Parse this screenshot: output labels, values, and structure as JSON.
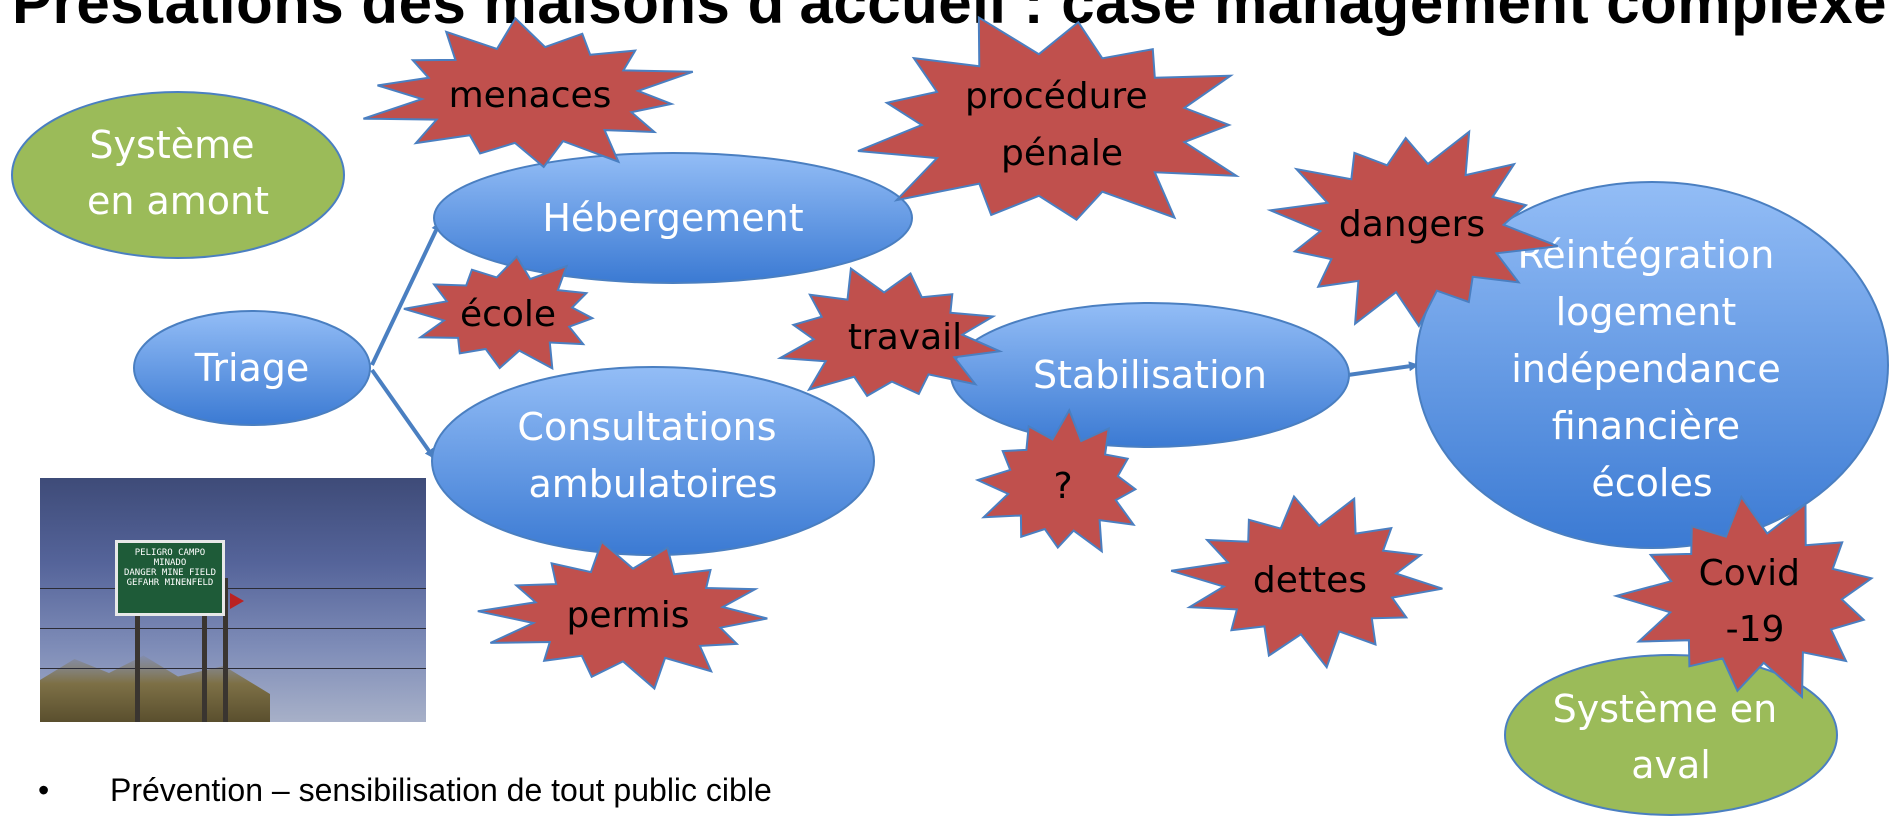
{
  "title": "Prestations des maisons d'accueil : case management complexe",
  "nodes": {
    "amont": [
      "Système",
      "en amont"
    ],
    "aval": [
      "Système en",
      "aval"
    ],
    "triage": "Triage",
    "hebergement": "Hébergement",
    "consultations": [
      "Consultations",
      "ambulatoires"
    ],
    "stabilisation": "Stabilisation",
    "reintegration": [
      "Réintégration",
      "logement",
      "indépendance",
      "financière",
      "écoles"
    ]
  },
  "threats": {
    "menaces": "menaces",
    "procedure": [
      "procédure",
      "pénale"
    ],
    "ecole": "école",
    "travail": "travail",
    "question": "?",
    "dangers": "dangers",
    "dettes": "dettes",
    "permis": "permis",
    "covid": [
      "Covid",
      "-19"
    ]
  },
  "photo": {
    "sign_lines": [
      "PELIGRO CAMPO",
      "MINADO",
      "DANGER MINE FIELD",
      "GEFAHR MINENFELD"
    ]
  },
  "bullet": {
    "marker": "•",
    "text": "Prévention – sensibilisation de tout public cible"
  },
  "colors": {
    "green": "#9bbb59",
    "blue_top": "#8db7f4",
    "blue_bottom": "#3f80d6",
    "star_red": "#c0504d",
    "outline": "#4a7fc1"
  }
}
